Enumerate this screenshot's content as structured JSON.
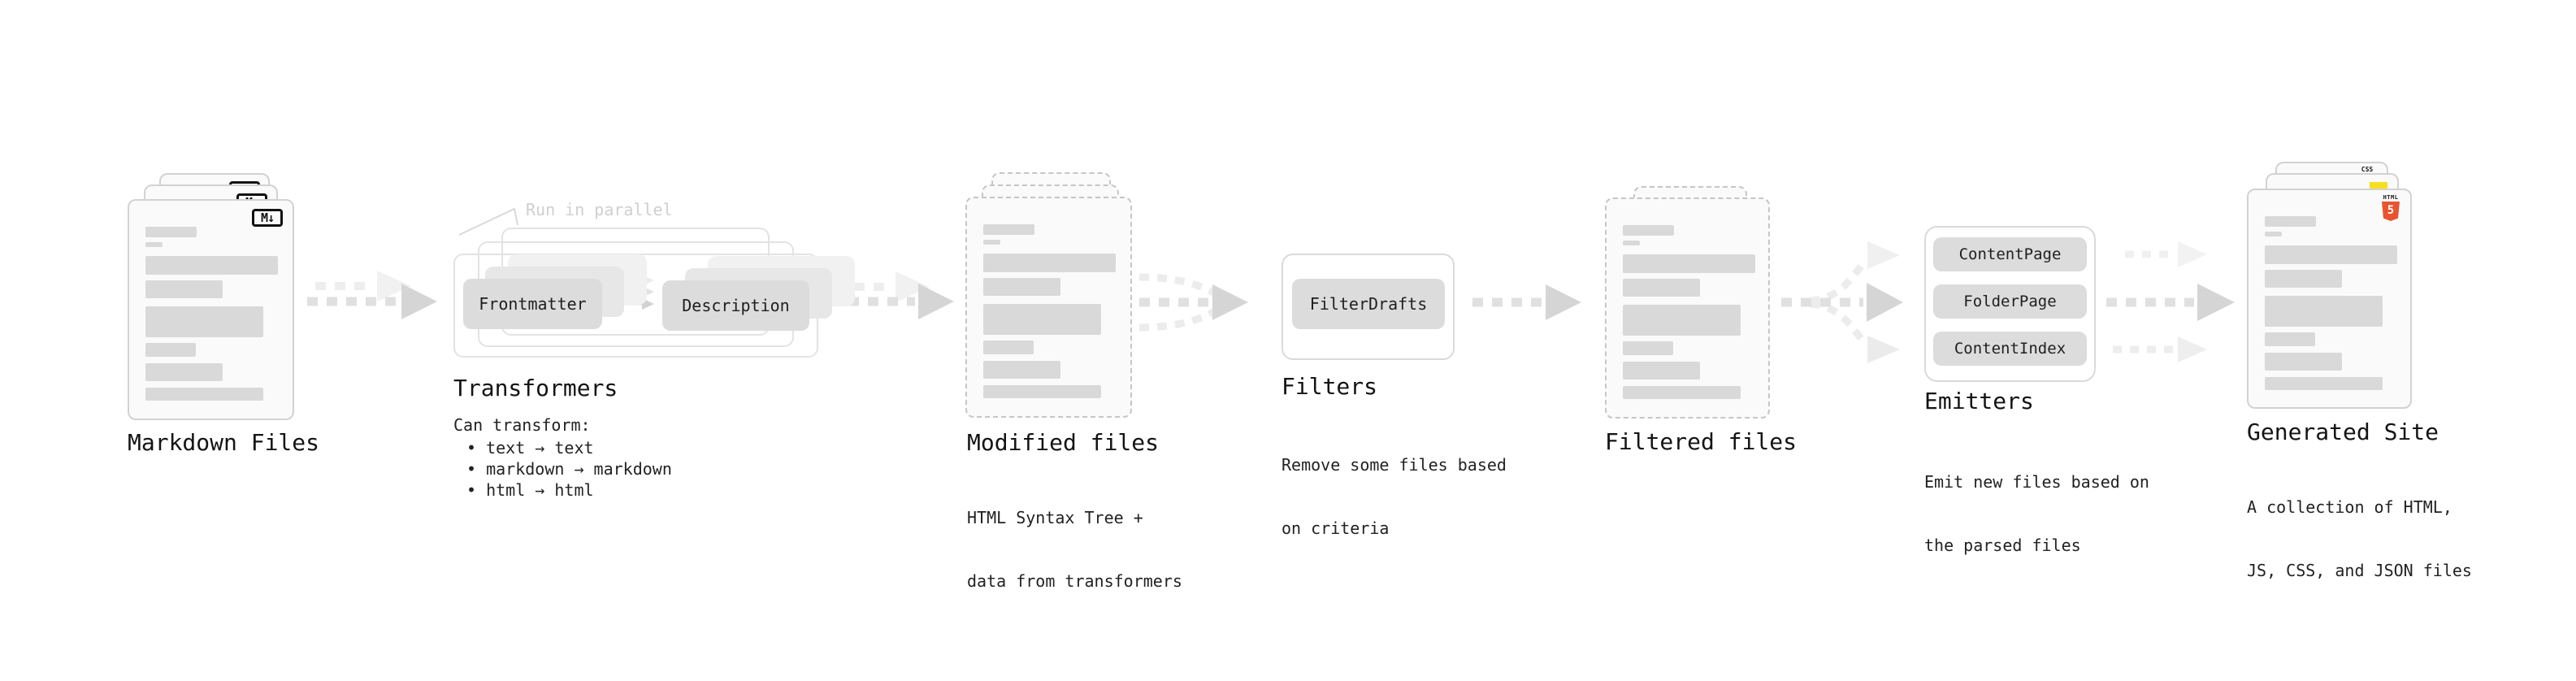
{
  "stages": {
    "markdown": {
      "label": "Markdown Files",
      "badge": "M↓"
    },
    "transformers": {
      "title": "Transformers",
      "annotation": "Run in parallel",
      "transformer_left": "Frontmatter",
      "transformer_right": "Description",
      "desc_heading": "Can transform:",
      "bullets": [
        "• text → text",
        "• markdown → markdown",
        "• html → html"
      ]
    },
    "modified": {
      "label": "Modified files",
      "desc": [
        "HTML Syntax Tree +",
        "data from transformers"
      ]
    },
    "filters": {
      "title": "Filters",
      "pill": "FilterDrafts",
      "desc": [
        "Remove some files based",
        "on criteria"
      ]
    },
    "filtered": {
      "label": "Filtered files"
    },
    "emitters": {
      "title": "Emitters",
      "pills": [
        "ContentPage",
        "FolderPage",
        "ContentIndex"
      ],
      "desc": [
        "Emit new files based on",
        "the parsed files"
      ]
    },
    "generated": {
      "label": "Generated Site",
      "desc": [
        "A collection of HTML,",
        "JS, CSS, and JSON files"
      ],
      "css_label": "CSS",
      "html5_label": "HTML",
      "html5_digit": "5"
    }
  },
  "colors": {
    "background": "#ffffff",
    "card_bg": "#fafafa",
    "card_border": "#d2d2d2",
    "skeleton": "#d9d9d9",
    "pill_bg": "#dcdcdc",
    "arrow_dark": "#d5d5d5",
    "arrow_light": "#efefef",
    "annotation": "#cfcfcf",
    "text": "#1c1c1c",
    "html5_orange": "#e8542f",
    "js_yellow": "#f7df1e",
    "css_blue": "#3b6ef6",
    "badge_black": "#111111"
  }
}
